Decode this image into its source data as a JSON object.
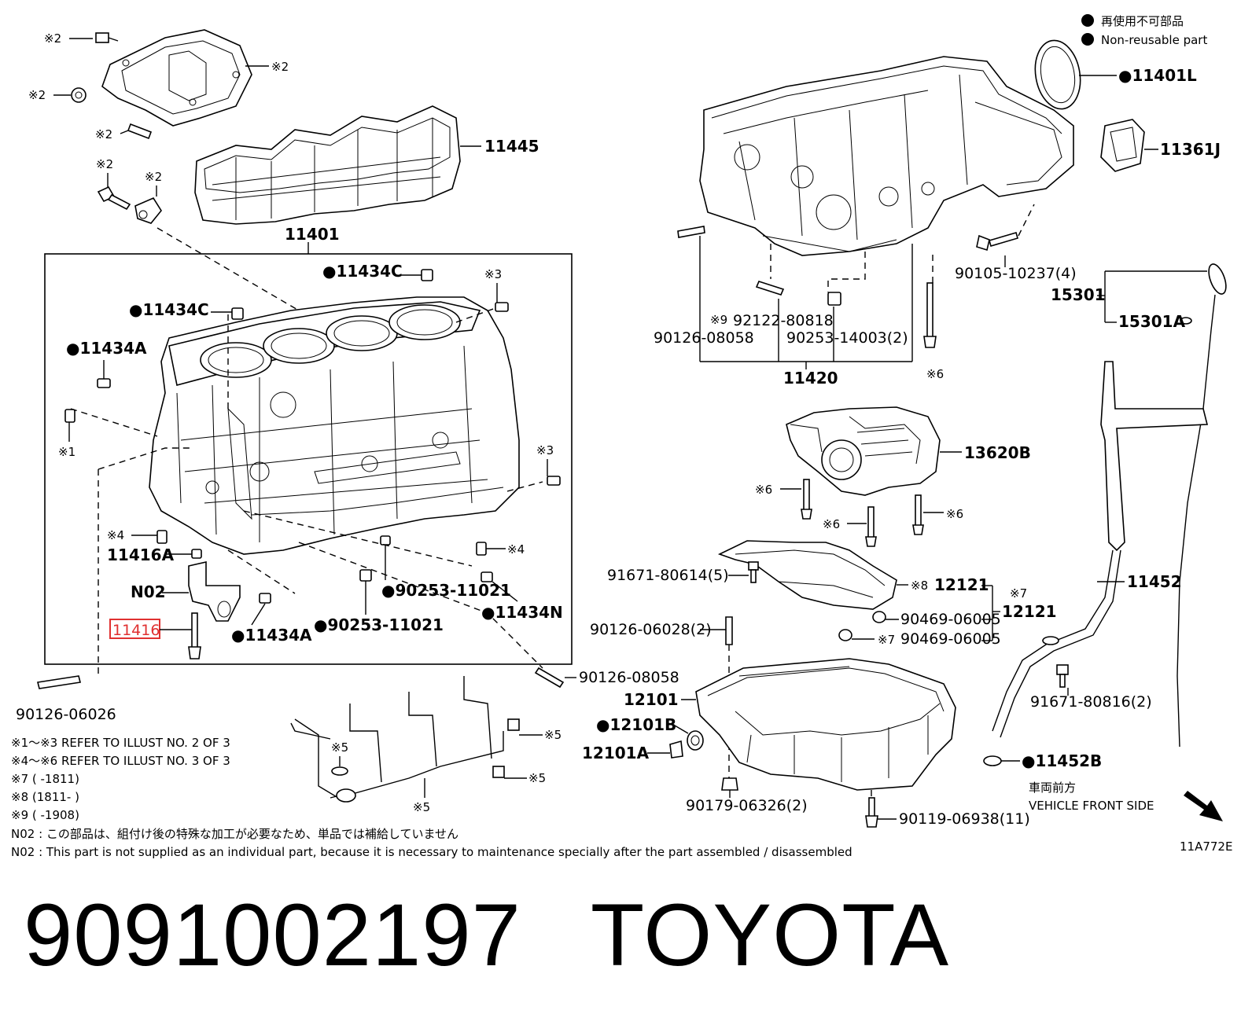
{
  "legend": {
    "nonreusable_jp": "再使用不可部品",
    "nonreusable_en": "Non-reusable part"
  },
  "labels": {
    "l11401": "11401",
    "l11445": "11445",
    "l11401L": "●11401L",
    "l11361J": "11361J",
    "l11434C_top": "●11434C",
    "l11434C_left": "●11434C",
    "l11434A_left": "●11434A",
    "l11434A_bottom": "●11434A",
    "l11416A": "11416A",
    "lN02": "N02",
    "l11416": "11416",
    "l90253_11021_a": "●90253-11021",
    "l90253_11021_b": "●90253-11021",
    "l11434N": "●11434N",
    "l90126_08058_bottom": "90126-08058",
    "l90126_06026": "90126-06026",
    "l90105_10237": "90105-10237(4)",
    "l15301": "15301",
    "l15301A": "15301A",
    "l92122_80818": "92122-80818",
    "l90126_08058_top": "90126-08058",
    "l90253_14003": "90253-14003(2)",
    "l11420": "11420",
    "l13620B": "13620B",
    "l91671_80614": "91671-80614(5)",
    "l12121_a": "12121",
    "l12121_b": "12121",
    "l90469_06005_a": "90469-06005",
    "l90469_06005_b": "90469-06005",
    "l11452": "11452",
    "l90126_06028": "90126-06028(2)",
    "l12101": "12101",
    "l12101B": "●12101B",
    "l12101A": "12101A",
    "l91671_80816": "91671-80816(2)",
    "l11452B": "●11452B",
    "l90179_06326": "90179-06326(2)",
    "l90119_06938": "90119-06938(11)",
    "vehicle_front_jp": "車両前方",
    "vehicle_front_en": "VEHICLE FRONT SIDE",
    "illust_code": "11A772E"
  },
  "marks": {
    "x1": "※1",
    "x2": "※2",
    "x3": "※3",
    "x4": "※4",
    "x5": "※5",
    "x6": "※6",
    "x7": "※7",
    "x8": "※8",
    "x9": "※9"
  },
  "notes": {
    "n1": "※1～※3  REFER TO ILLUST NO. 2 OF 3",
    "n2": "※4～※6  REFER TO ILLUST NO. 3 OF 3",
    "n3": "※7 (        -1811)",
    "n4": "※8 (1811-        )",
    "n5": "※9 (        -1908)",
    "n6": "N02 : この部品は、組付け後の特殊な加工が必要なため、単品では補給していません",
    "n7": "N02 : This part is not supplied as an individual part, because it is necessary to maintenance specially after the part assembled / disassembled"
  },
  "part_title": {
    "part_number": "9091002197",
    "brand": "TOYOTA"
  },
  "colors": {
    "highlight": "#e03030",
    "ink": "#000000"
  }
}
